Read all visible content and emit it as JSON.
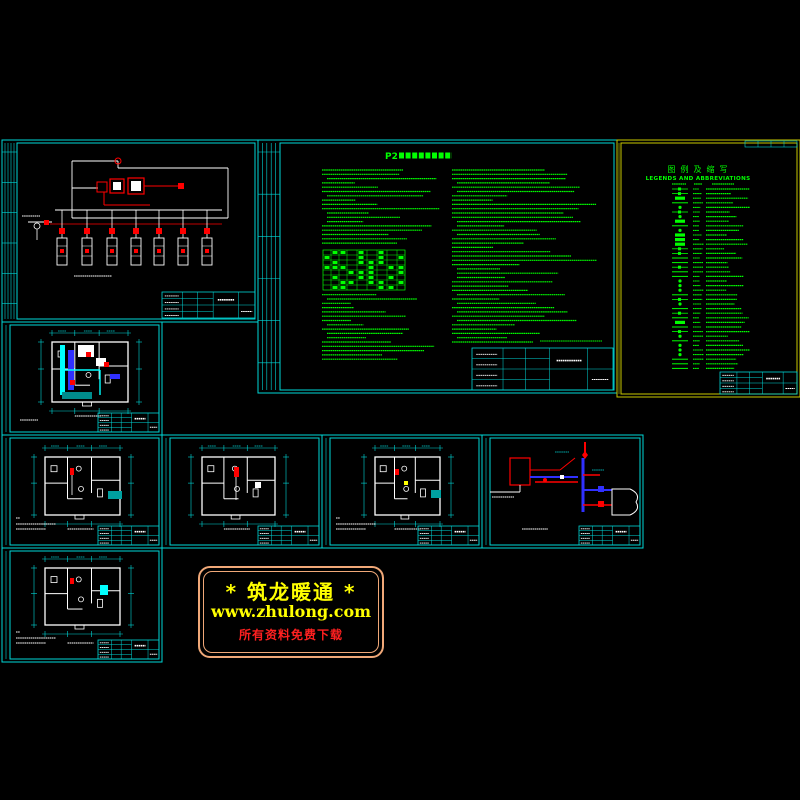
{
  "colors": {
    "background": "#000000",
    "frame": "#00d8d8",
    "text_green": "#00ff00",
    "pipe_red": "#ff0000",
    "wall_white": "#ffffff",
    "duct_blue": "#3030ff",
    "duct_cyan": "#00ffff",
    "patch_teal": "#00a0a0",
    "highlight_yellow": "#ffff00",
    "sheet_border_yellow": "#c8c800",
    "logo_border": "#f0a878",
    "logo_red": "#ff2020"
  },
  "sheets": {
    "design_notes": {
      "title_prefix": "P2"
    },
    "legend": {
      "title_cn": "图例及缩写",
      "title_en": "LEGENDS AND ABBREVIATIONS"
    }
  },
  "watermark": {
    "line1": "* 筑龙暖通 *",
    "line2": "www.zhulong.com",
    "line3": "所有资料免费下载"
  }
}
